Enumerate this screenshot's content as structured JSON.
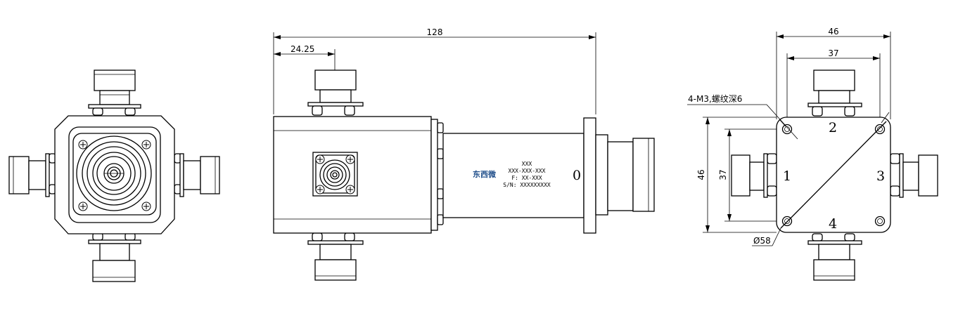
{
  "front_view": {},
  "side_view": {
    "dim_overall": "128",
    "dim_offset": "24.25",
    "port_number": "0",
    "label": {
      "brand": "东西微",
      "line1": "XXX",
      "line2": "XXX-XXX-XXX",
      "line3": "F:  XX-XXX",
      "line4": "S/N: XXXXXXXXX"
    }
  },
  "right_view": {
    "dim_width": "46",
    "dim_inner": "37",
    "dim_height": "46",
    "dim_inner_vertical": "37",
    "thread_note": "4-M3,螺纹深6",
    "diameter_note": "Ø58",
    "ports": [
      "1",
      "2",
      "3",
      "4"
    ]
  }
}
